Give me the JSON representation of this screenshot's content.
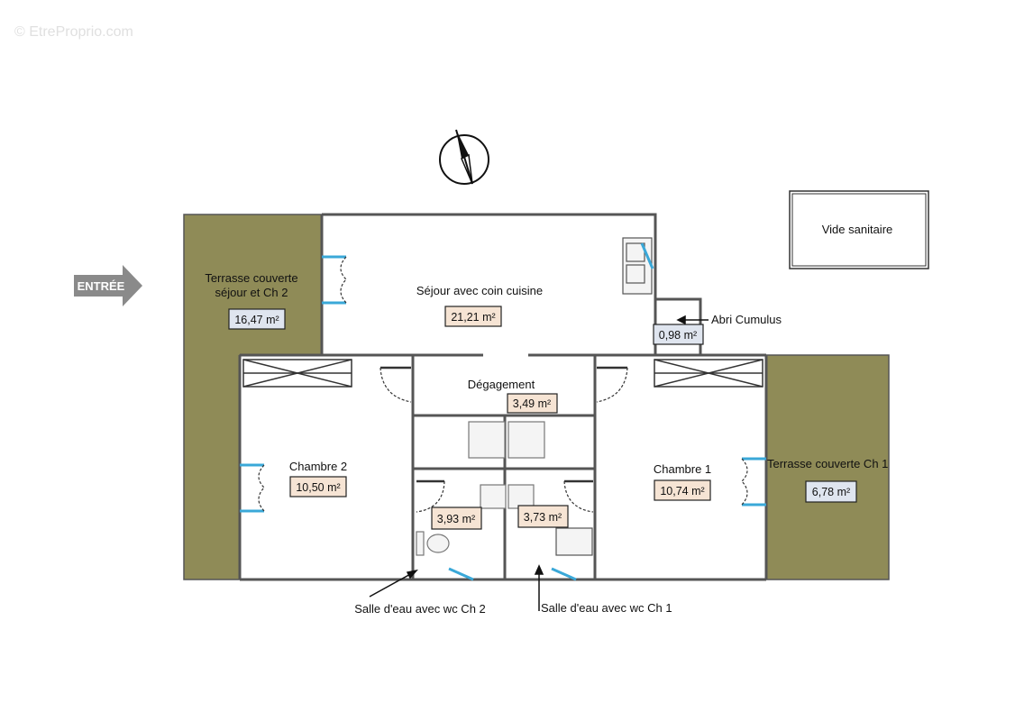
{
  "watermark": "© EtreProprio.com",
  "entry_label": "ENTRÉE",
  "vide_sanitaire": "Vide sanitaire",
  "colors": {
    "terrace": "#8f8b57",
    "wall": "#555555",
    "door_glass": "#3aa8d8",
    "area_box_room": "#f6e4d4",
    "area_box_terrace": "#dfe5ef",
    "entry_arrow": "#8a8a8a"
  },
  "rooms": {
    "terrasse_sejour": {
      "label_line1": "Terrasse couverte",
      "label_line2": "séjour et Ch 2",
      "area": "16,47 m²"
    },
    "sejour": {
      "label": "Séjour avec coin cuisine",
      "area": "21,21 m²"
    },
    "abri": {
      "label": "Abri Cumulus",
      "area": "0,98 m²"
    },
    "degagement": {
      "label": "Dégagement",
      "area": "3,49 m²"
    },
    "chambre2": {
      "label": "Chambre 2",
      "area": "10,50 m²"
    },
    "chambre1": {
      "label": "Chambre 1",
      "area": "10,74 m²"
    },
    "sde2": {
      "label": "Salle d'eau avec wc Ch 2",
      "area": "3,93 m²"
    },
    "sde1": {
      "label": "Salle d'eau avec wc Ch 1",
      "area": "3,73 m²"
    },
    "terrasse_ch1": {
      "label": "Terrasse couverte Ch 1",
      "area": "6,78 m²"
    }
  }
}
